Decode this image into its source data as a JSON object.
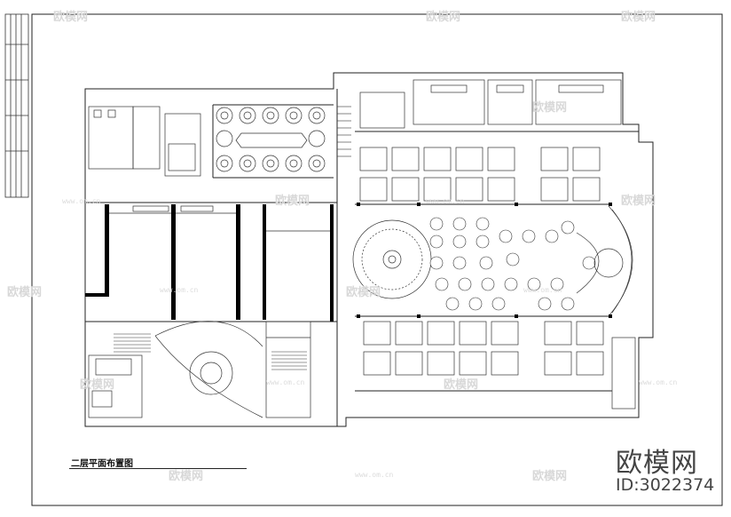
{
  "drawing": {
    "title": "二层平面布置图"
  },
  "brand": {
    "logo_text": "欧模网",
    "id_text": "ID:3022374"
  },
  "watermarks": {
    "logo_text": "欧模网",
    "url_text": "www.om.cn"
  },
  "colors": {
    "line": "#222222",
    "wall": "#000000",
    "watermark": "#d8d8d8"
  }
}
